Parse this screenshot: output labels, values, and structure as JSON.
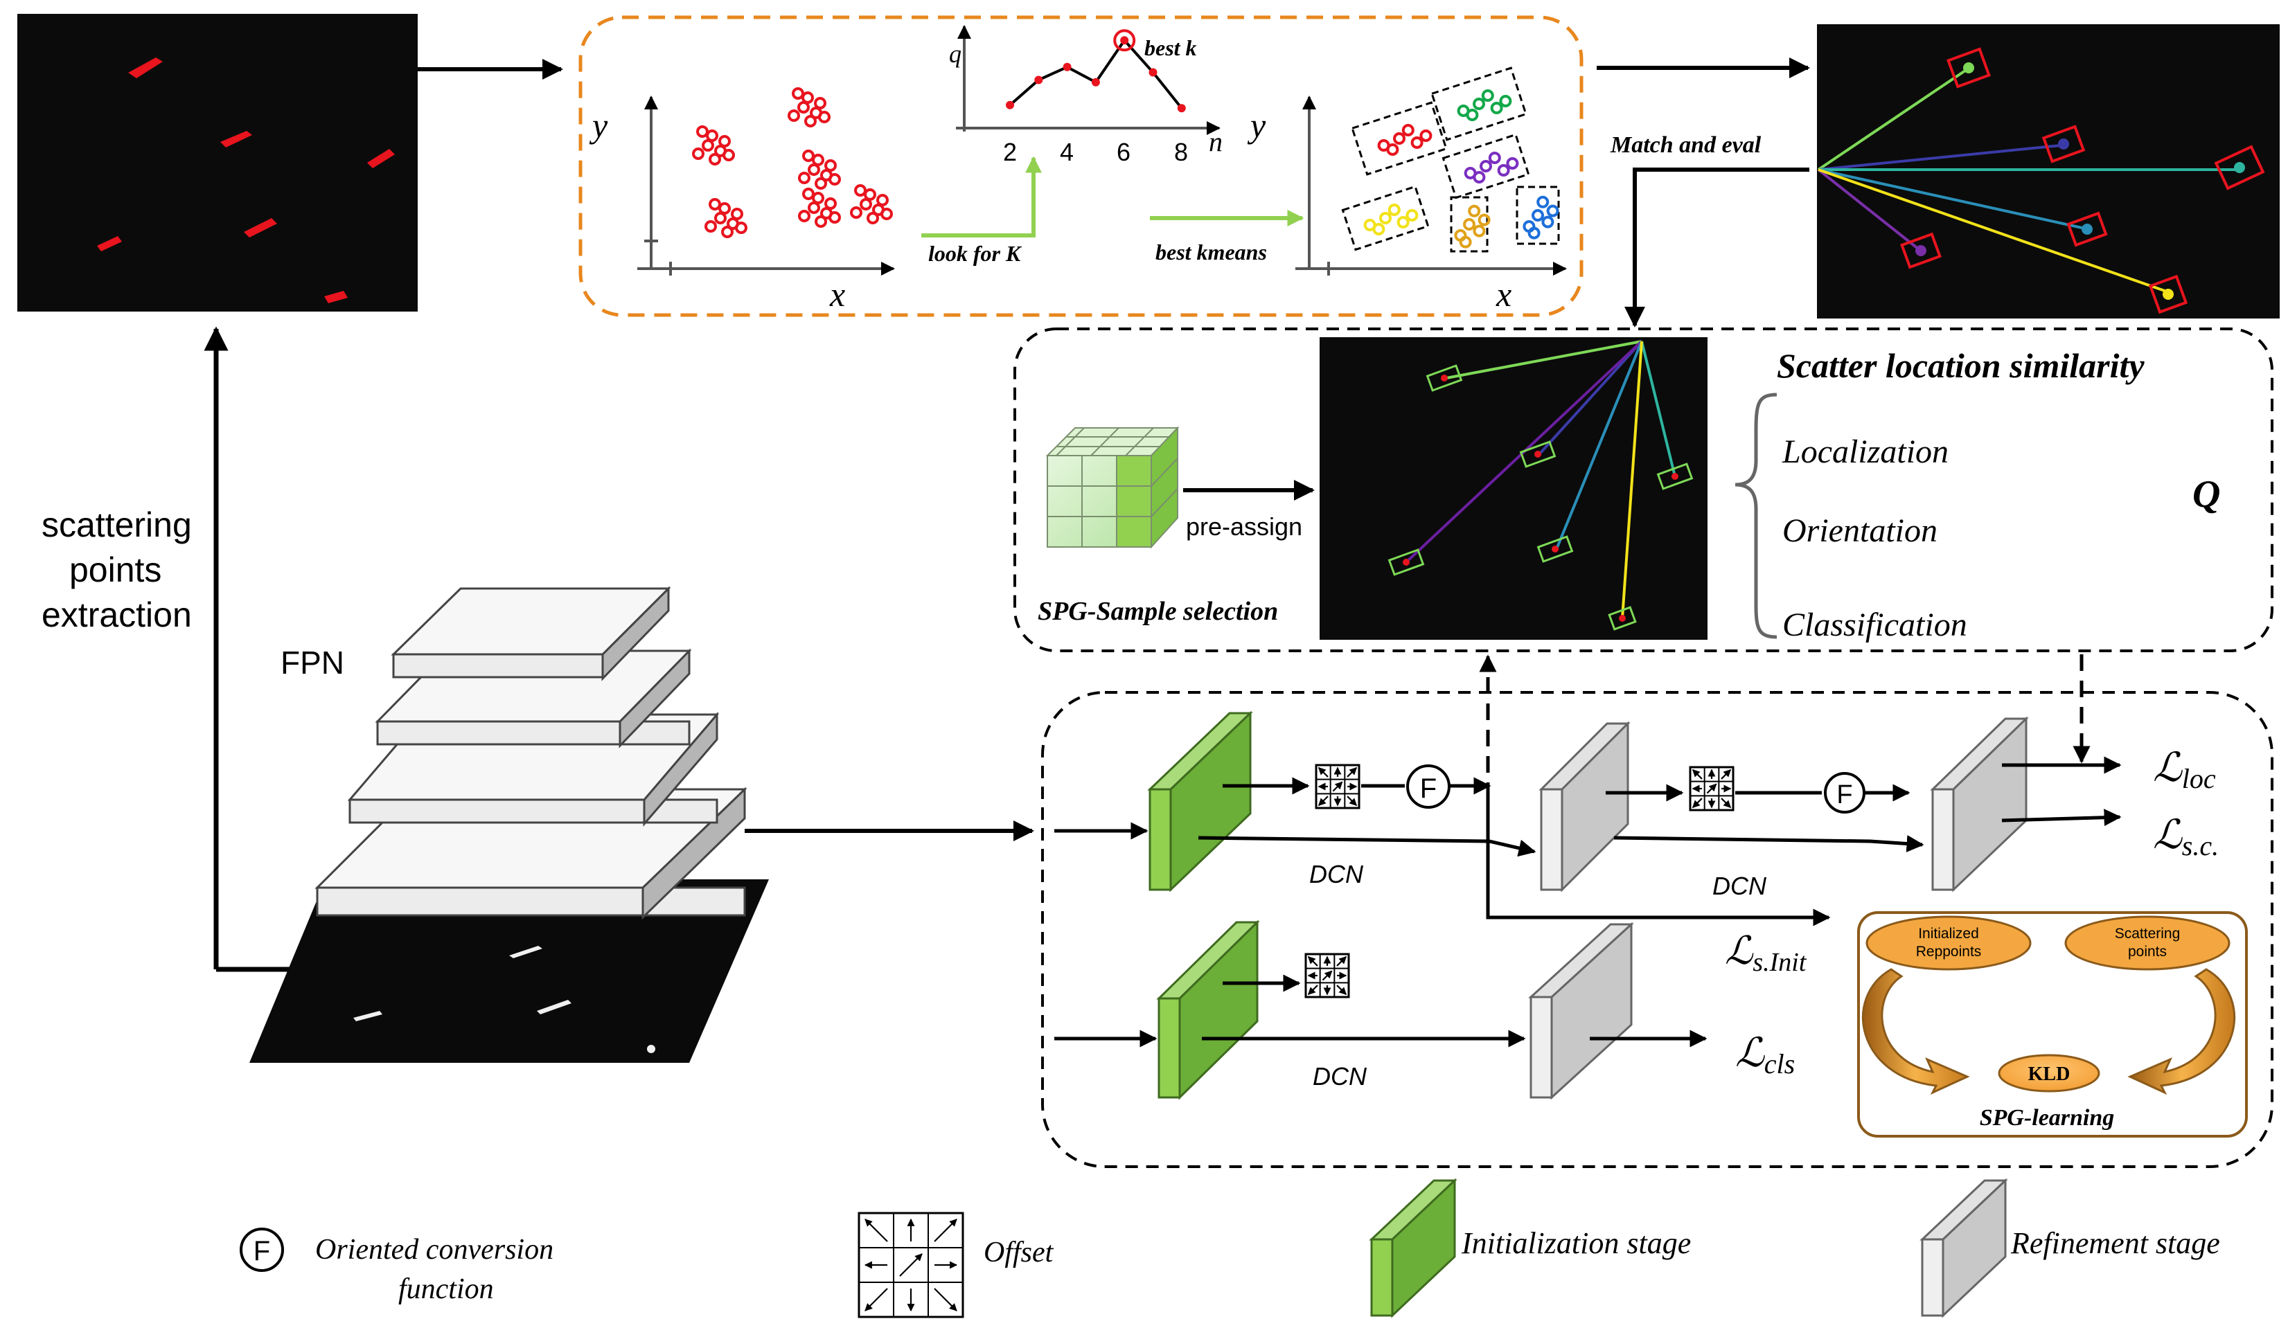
{
  "top_flow": {
    "match_label": "Match and eval"
  },
  "kmeans_panel": {
    "axis_y": "y",
    "axis_x": "x",
    "axis_q": "q",
    "axis_n": "n",
    "ticks": [
      "2",
      "4",
      "6",
      "8"
    ],
    "best_k": "best k",
    "look_for_k": "look for K",
    "best_kmeans": "best kmeans",
    "curve_q": [
      0.12,
      0.45,
      0.62,
      0.42,
      0.97,
      0.55,
      0.08
    ],
    "colors": {
      "panel_border": "#E8871E",
      "arrow": "#92D050",
      "points": "#E8141E"
    },
    "clusters": [
      {
        "color": "#E8141E"
      },
      {
        "color": "#12A84A"
      },
      {
        "color": "#7B2FC0"
      },
      {
        "color": "#F2E21A"
      },
      {
        "color": "#E0A21A"
      },
      {
        "color": "#1E6FD9"
      }
    ]
  },
  "left": {
    "extraction_lines": [
      "scattering",
      "points",
      "extraction"
    ],
    "fpn": "FPN"
  },
  "selection_panel": {
    "pre_assign": "pre-assign",
    "title": "SPG-Sample selection",
    "similarity_title": "Scatter location similarity",
    "items": [
      "Localization",
      "Orientation",
      "Classification"
    ],
    "q": "Q"
  },
  "heads": {
    "dcn": "DCN",
    "f": "F",
    "loss_loc_main": "ℒ",
    "loss_loc_sub": "loc",
    "loss_sc_main": "ℒ",
    "loss_sc_sub": "s.c.",
    "loss_init_main": "ℒ",
    "loss_init_sub": "s.Init",
    "loss_cls_main": "ℒ",
    "loss_cls_sub": "cls"
  },
  "spg_learning": {
    "init_line1": "Initialized",
    "init_line2": "Reppoints",
    "scatter_line1": "Scattering",
    "scatter_line2": "points",
    "kld": "KLD",
    "title": "SPG-learning",
    "colors": {
      "fill": "#F4A740",
      "border": "#8B5A1A"
    }
  },
  "legend": {
    "f_label_line1": "Oriented conversion",
    "f_label_line2": "function",
    "offset": "Offset",
    "init_stage": "Initialization stage",
    "refine_stage": "Refinement  stage",
    "colors": {
      "init": "#7DC242",
      "refine": "#D8D8D8"
    }
  }
}
